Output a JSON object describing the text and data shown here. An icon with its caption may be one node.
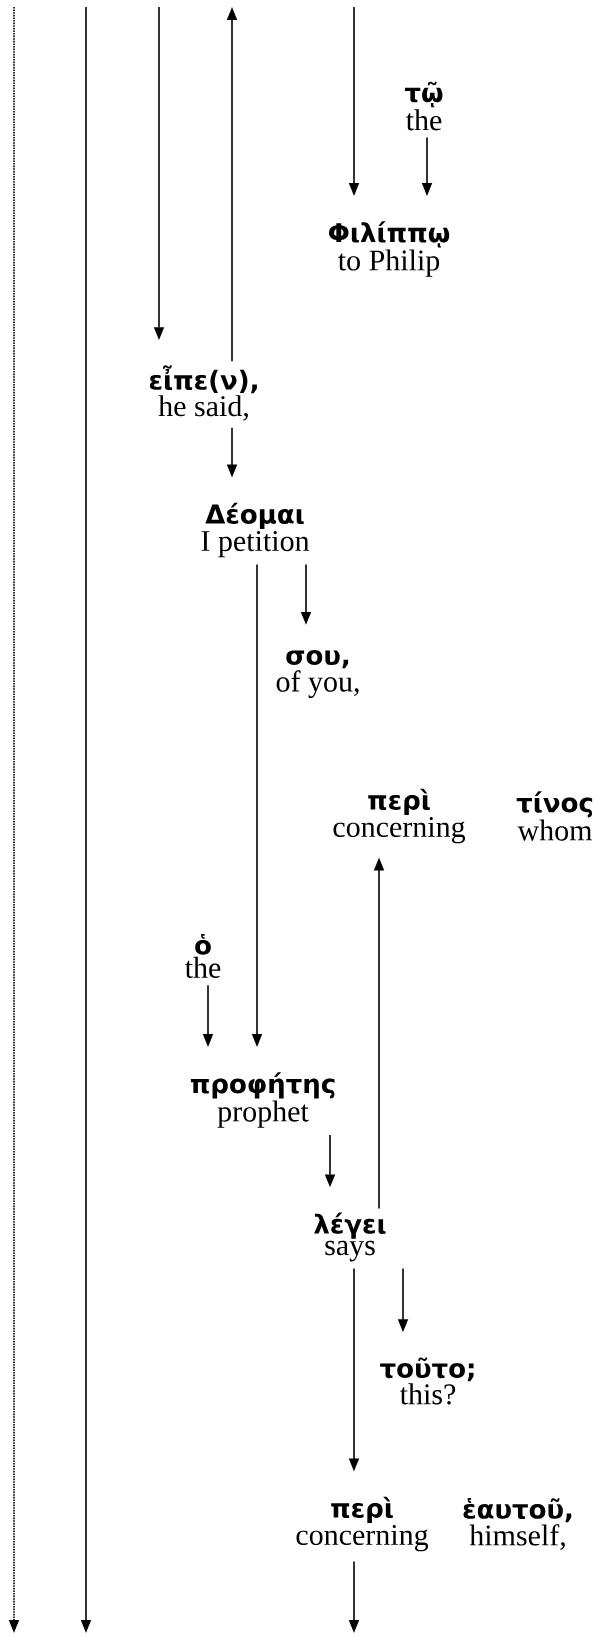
{
  "diagram": {
    "nodes": [
      {
        "text": [
          "τῷ",
          "the"
        ]
      },
      {
        "text": [
          "Φιλίππῳ",
          "to Philip"
        ]
      },
      {
        "text": [
          "εἶπε(ν),",
          "he said,"
        ]
      },
      {
        "text": [
          "Δέομαι",
          "I petition"
        ]
      },
      {
        "text": [
          "σου,",
          "of you,"
        ]
      },
      {
        "text": [
          "περὶ",
          "concerning"
        ]
      },
      {
        "text": [
          "τίνος",
          "whom"
        ]
      },
      {
        "text": [
          "ὁ",
          "the"
        ]
      },
      {
        "text": [
          "προφήτης",
          "prophet"
        ]
      },
      {
        "text": [
          "λέγει",
          "says"
        ]
      },
      {
        "text": [
          "τοῦτο;",
          "this?"
        ]
      },
      {
        "text": [
          "περὶ",
          "concerning"
        ]
      },
      {
        "text": [
          "ἑαυτοῦ,",
          "himself,"
        ]
      }
    ],
    "edges": [
      {
        "from": null,
        "to": 2,
        "arrow": "to"
      },
      {
        "from": 2,
        "to": null,
        "arrow": "to"
      },
      {
        "from": null,
        "to": 1,
        "arrow": "to"
      },
      {
        "from": 0,
        "to": 1,
        "arrow": "to"
      },
      {
        "from": 2,
        "to": 3,
        "arrow": "to"
      },
      {
        "from": 3,
        "to": 4,
        "arrow": "to"
      },
      {
        "from": 3,
        "to": 8,
        "arrow": "to"
      },
      {
        "from": 7,
        "to": 8,
        "arrow": "to"
      },
      {
        "from": 8,
        "to": 9,
        "arrow": "to"
      },
      {
        "from": 9,
        "to": 5,
        "arrow": "to"
      },
      {
        "from": 9,
        "to": 10,
        "arrow": "to"
      },
      {
        "from": 9,
        "to": 11,
        "arrow": "to"
      },
      {
        "from": 11,
        "to": null,
        "arrow": "to"
      }
    ]
  }
}
